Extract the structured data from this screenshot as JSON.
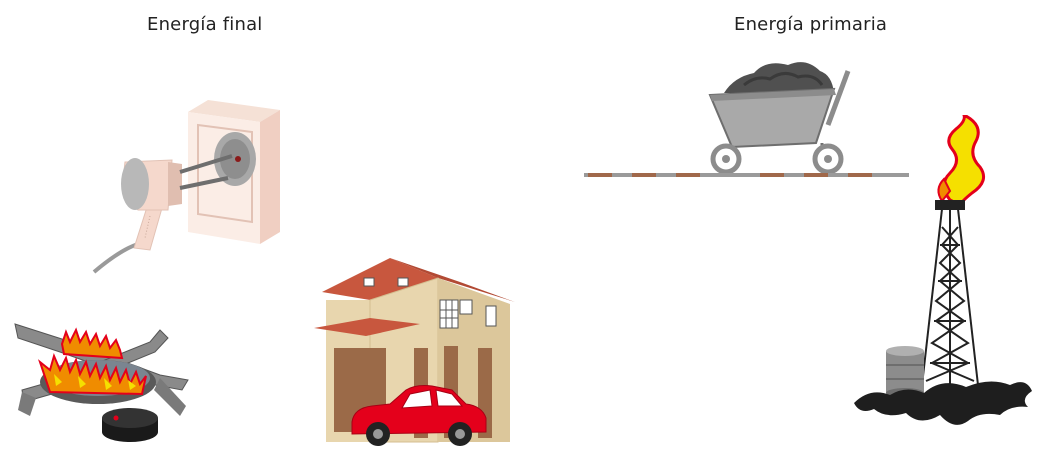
{
  "labels": {
    "final": "Energía final",
    "primaria": "Energía primaria"
  },
  "illustrations": {
    "final": [
      "plug-and-socket",
      "gas-burner",
      "house-with-car"
    ],
    "primaria": [
      "coal-mine-cart",
      "oil-derrick"
    ]
  },
  "colors": {
    "flame_yellow": "#F5E000",
    "flame_orange": "#F08C00",
    "flame_red": "#E4001B",
    "roof": "#C8573E",
    "wall": "#E8D6AE",
    "car": "#E4001B",
    "metal_gray": "#7D7D7D",
    "rail_brown": "#A0684A"
  }
}
